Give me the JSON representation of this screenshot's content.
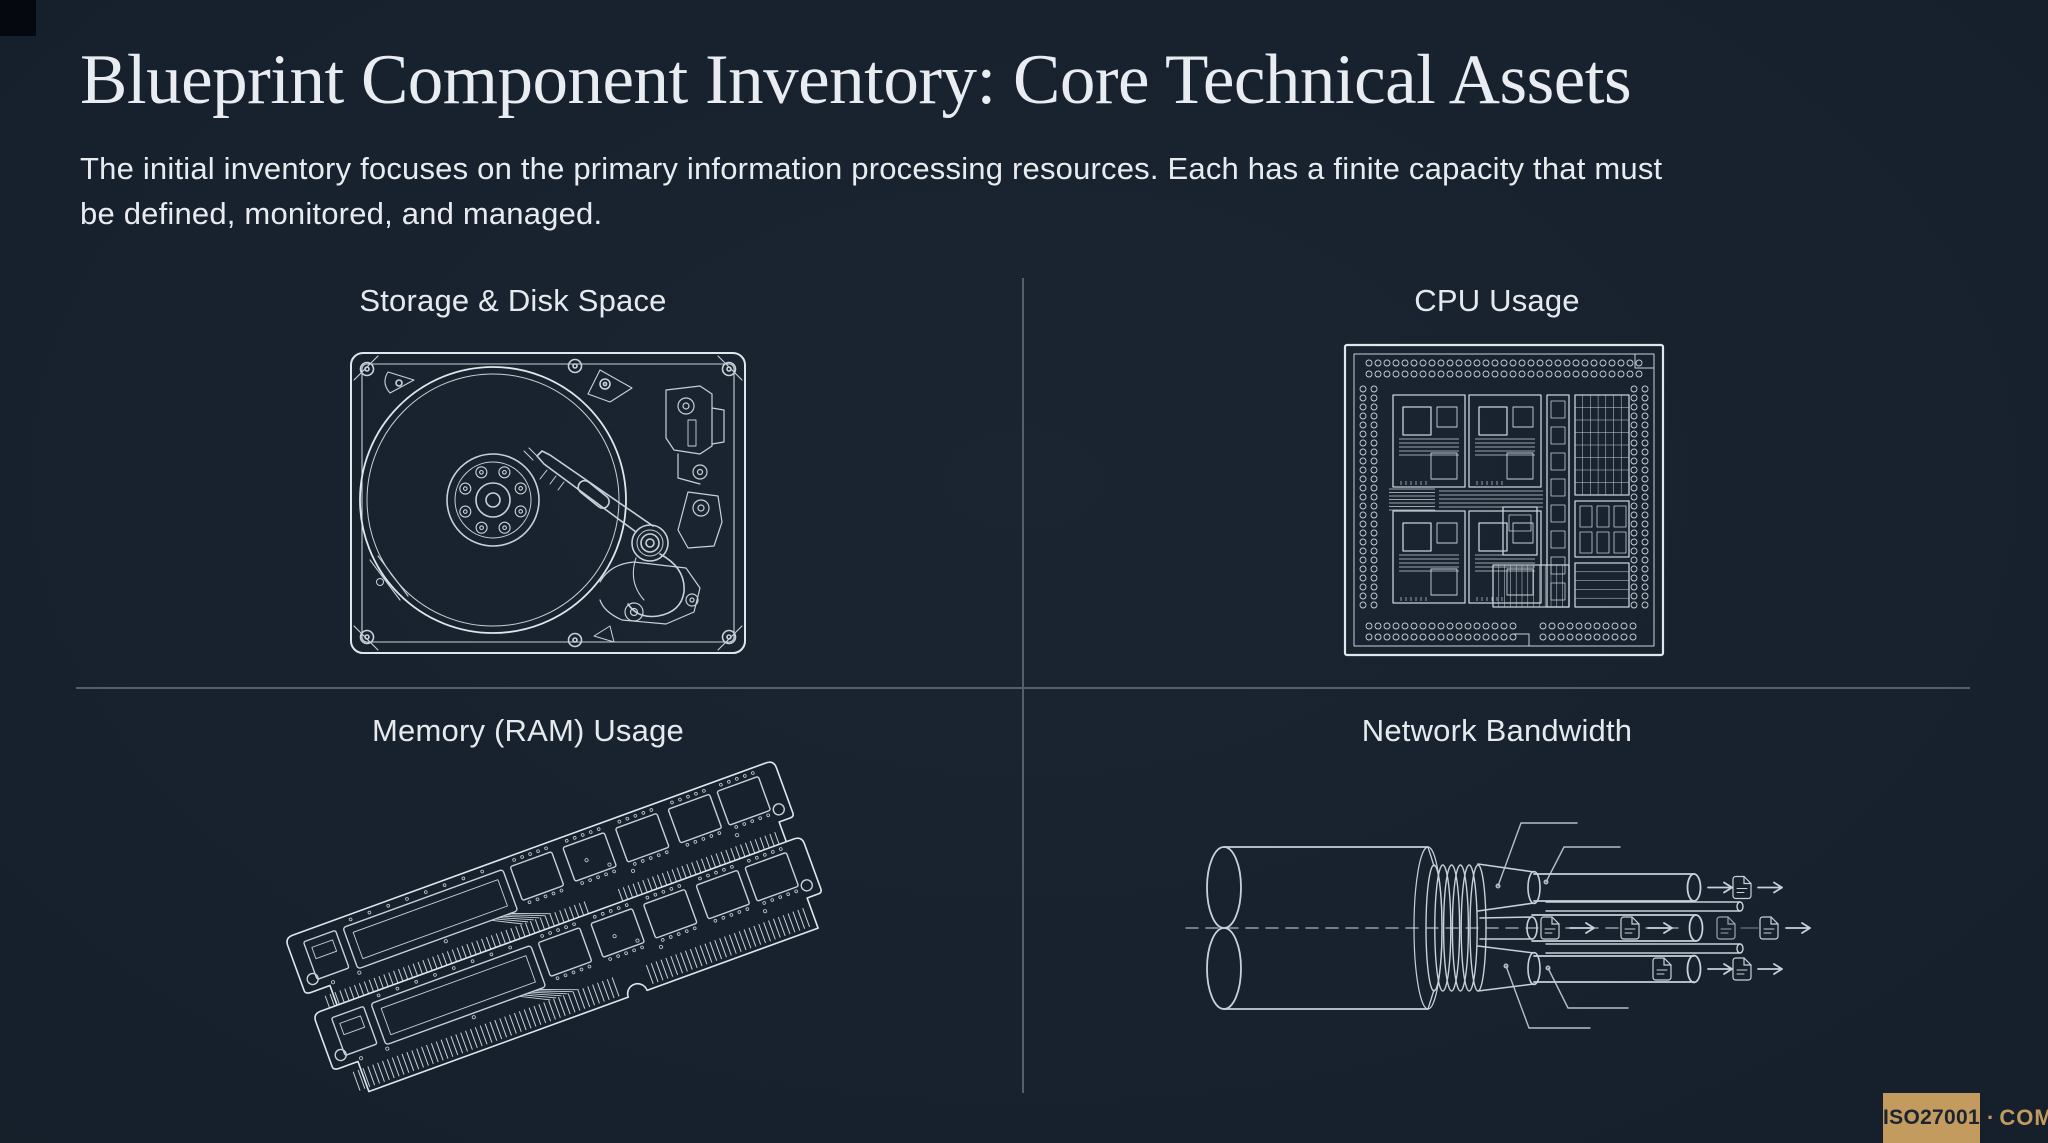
{
  "header": {
    "title": "Blueprint Component Inventory: Core Technical Assets",
    "subtitle_line1": "The initial inventory focuses on the primary information processing resources. Each has a finite capacity that must",
    "subtitle_line2": "be defined, monitored, and managed."
  },
  "quadrants": {
    "storage": {
      "label": "Storage & Disk Space",
      "illustration_icon": "hard-disk-drive-blueprint-icon"
    },
    "cpu": {
      "label": "CPU Usage",
      "illustration_icon": "cpu-die-blueprint-icon"
    },
    "memory": {
      "label": "Memory (RAM) Usage",
      "illustration_icon": "ram-modules-blueprint-icon"
    },
    "network": {
      "label": "Network Bandwidth",
      "illustration_icon": "network-cable-blueprint-icon"
    }
  },
  "watermark": {
    "primary": "ISO27001",
    "separator": "·",
    "secondary": "COM"
  },
  "colors": {
    "background": "#16212d",
    "line": "#c6d1d9",
    "line_bright": "#dfe7ec",
    "divider": "#545f6a",
    "heading_text": "#e9edf2",
    "watermark_gold": "#c49b5e",
    "watermark_text": "#1b2531"
  }
}
